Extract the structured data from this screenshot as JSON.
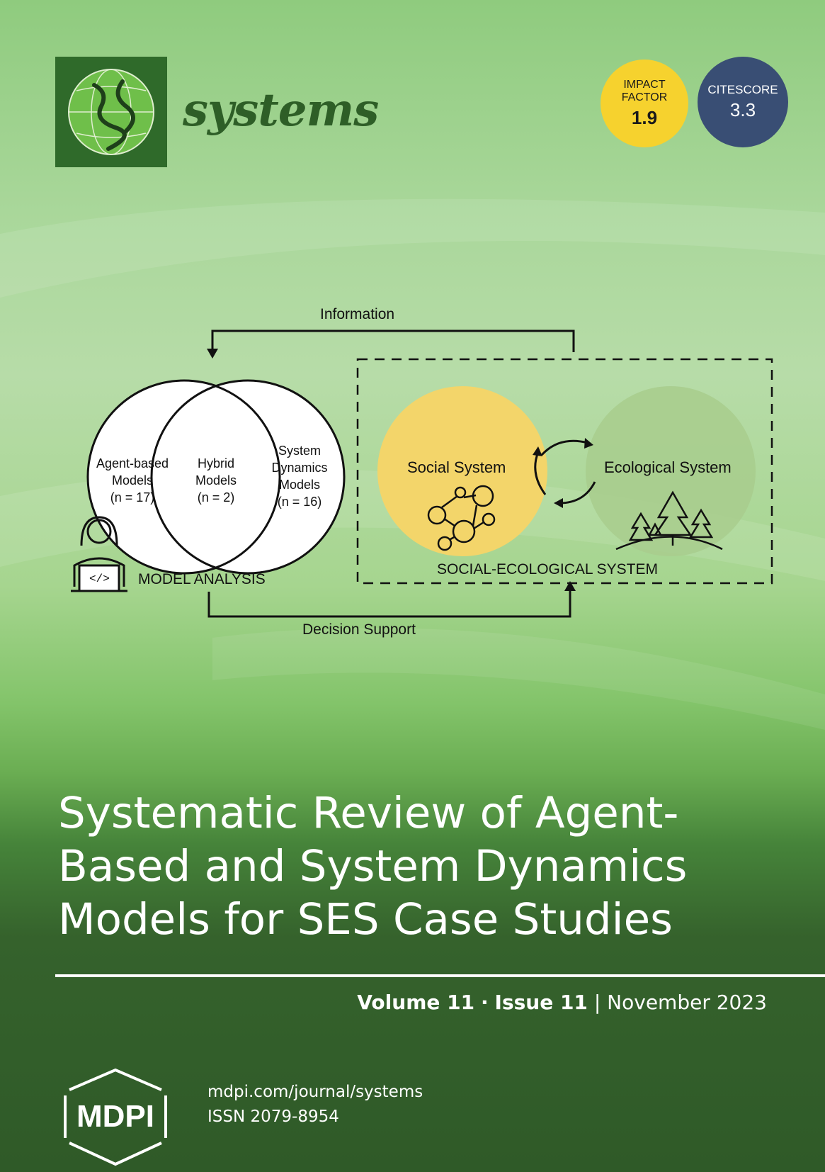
{
  "journal": {
    "name": "systems"
  },
  "badges": {
    "impact_factor": {
      "label_line1": "IMPACT",
      "label_line2": "FACTOR",
      "value": "1.9"
    },
    "citescore": {
      "label": "CITESCORE",
      "value": "3.3"
    }
  },
  "diagram": {
    "information_label": "Information",
    "decision_support_label": "Decision Support",
    "venn": {
      "left": {
        "line1": "Agent-based",
        "line2": "Models",
        "line3": "(n = 17)"
      },
      "middle": {
        "line1": "Hybrid",
        "line2": "Models",
        "line3": "(n = 2)"
      },
      "right": {
        "line1": "System",
        "line2": "Dynamics",
        "line3": "Models",
        "line4": "(n = 16)"
      }
    },
    "model_analysis_label": "MODEL ANALYSIS",
    "social_system_label": "Social System",
    "ecological_system_label": "Ecological System",
    "ses_label": "SOCIAL-ECOLOGICAL SYSTEM",
    "colors": {
      "social": "#f3d56a",
      "ecological": "#a9cd8e"
    }
  },
  "title": {
    "line1": "Systematic Review of Agent-",
    "line2": "Based and System Dynamics",
    "line3": "Models for SES Case Studies"
  },
  "issue": {
    "volume": "Volume 11",
    "separator": "·",
    "issue": "Issue 11",
    "bar": "|",
    "date": "November 2023"
  },
  "publisher": {
    "logo_text": "MDPI"
  },
  "footer": {
    "url": "mdpi.com/journal/systems",
    "issn": "ISSN 2079-8954"
  }
}
